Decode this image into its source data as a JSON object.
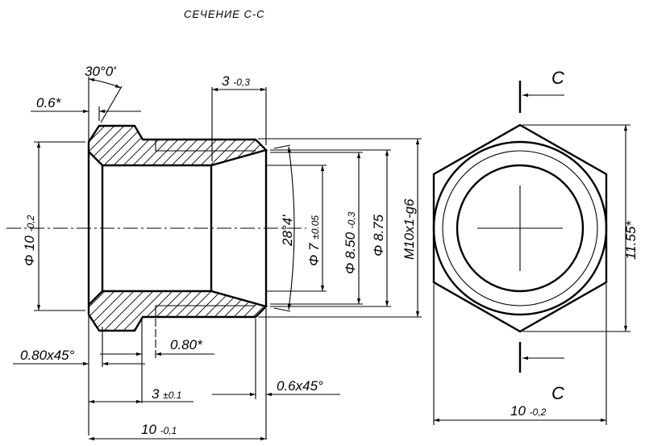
{
  "title": "СЕЧЕНИЕ С-С",
  "section_mark": "C",
  "dimensions": {
    "chamfer_angle": "30°0'",
    "chamfer_width": "0.6*",
    "groove_length_main": "3",
    "groove_length_tol": "-0,3",
    "outer_dia_main": "Φ 10",
    "outer_dia_tol": "-0,2",
    "cone_angle": "28°4'",
    "bore_dia_main": "Φ 7",
    "bore_dia_tol": "±0.05",
    "dia_850_main": "Φ 8.50",
    "dia_850_tol": "-0,3",
    "dia_875": "Φ 8.75",
    "thread": "M10x1-g6",
    "hex_across_corners": "11.55*",
    "left_chamfer": "0.80x45°",
    "undercut": "0.80*",
    "flange_len_main": "3",
    "flange_len_tol": "±0.1",
    "right_chamfer": "0.6x45°",
    "total_len_main": "10",
    "total_len_tol": "-0,1",
    "hex_flats_main": "10",
    "hex_flats_tol": "-0,2"
  }
}
